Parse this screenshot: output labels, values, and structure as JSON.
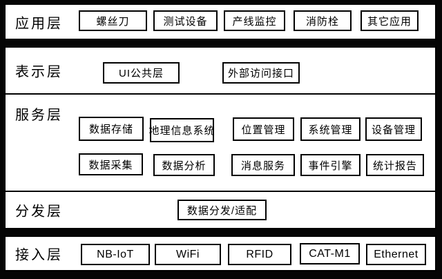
{
  "diagram": {
    "colors": {
      "background": "#000000",
      "band_fill": "#ffffff",
      "border": "#000000",
      "text": "#000000"
    },
    "layers": [
      {
        "label": "应用层",
        "boxes": [
          {
            "label": "螺丝刀"
          },
          {
            "label": "测试设备"
          },
          {
            "label": "产线监控"
          },
          {
            "label": "消防栓"
          },
          {
            "label": "其它应用"
          }
        ]
      },
      {
        "label": "表示层",
        "boxes": [
          {
            "label": "UI公共层"
          },
          {
            "label": "外部访问接口"
          }
        ]
      },
      {
        "label": "服务层",
        "boxes": [
          {
            "label": "数据存储"
          },
          {
            "label": "地理信息系统"
          },
          {
            "label": "位置管理"
          },
          {
            "label": "系统管理"
          },
          {
            "label": "设备管理"
          },
          {
            "label": "数据采集"
          },
          {
            "label": "数据分析"
          },
          {
            "label": "消息服务"
          },
          {
            "label": "事件引擎"
          },
          {
            "label": "统计报告"
          }
        ]
      },
      {
        "label": "分发层",
        "boxes": [
          {
            "label": "数据分发/适配"
          }
        ]
      },
      {
        "label": "接入层",
        "boxes": [
          {
            "label": "NB-IoT"
          },
          {
            "label": "WiFi"
          },
          {
            "label": "RFID"
          },
          {
            "label": "CAT-M1"
          },
          {
            "label": "Ethernet"
          }
        ]
      }
    ]
  }
}
